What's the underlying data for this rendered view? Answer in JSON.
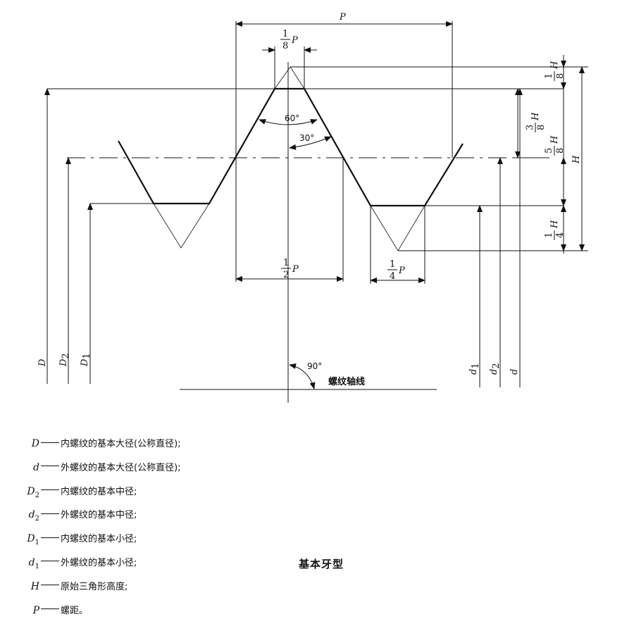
{
  "diagram": {
    "pitch_label": "P",
    "eighth_p": {
      "num": "1",
      "den": "8",
      "sym": "P"
    },
    "half_p": {
      "num": "1",
      "den": "2",
      "sym": "P"
    },
    "quarter_p": {
      "num": "1",
      "den": "4",
      "sym": "P"
    },
    "angle_60": "60°",
    "angle_30": "30°",
    "angle_90": "90°",
    "axis_label": "螺纹轴线",
    "h_eighth": {
      "num": "1",
      "den": "8",
      "sym": "H"
    },
    "h_three_eighths": {
      "num": "3",
      "den": "8",
      "sym": "H"
    },
    "h_five_eighths": {
      "num": "5",
      "den": "8",
      "sym": "H"
    },
    "h_quarter": {
      "num": "1",
      "den": "4",
      "sym": "H"
    },
    "h_label": "H",
    "left_dims": [
      {
        "sym": "D",
        "sub": ""
      },
      {
        "sym": "D",
        "sub": "2"
      },
      {
        "sym": "D",
        "sub": "1"
      }
    ],
    "right_dims": [
      {
        "sym": "d",
        "sub": "1"
      },
      {
        "sym": "d",
        "sub": "2"
      },
      {
        "sym": "d",
        "sub": ""
      }
    ]
  },
  "legend": [
    {
      "sym": "D",
      "sub": "",
      "desc": "内螺纹的基本大径(公称直径);"
    },
    {
      "sym": "d",
      "sub": "",
      "desc": "外螺纹的基本大径(公称直径);"
    },
    {
      "sym": "D",
      "sub": "2",
      "desc": "内螺纹的基本中径;"
    },
    {
      "sym": "d",
      "sub": "2",
      "desc": "外螺纹的基本中径;"
    },
    {
      "sym": "D",
      "sub": "1",
      "desc": "内螺纹的基本小径;"
    },
    {
      "sym": "d",
      "sub": "1",
      "desc": "外螺纹的基本小径;"
    },
    {
      "sym": "H",
      "sub": "",
      "desc": "原始三角形高度;"
    },
    {
      "sym": "P",
      "sub": "",
      "desc": "螺距。"
    }
  ],
  "caption": "基本牙型"
}
